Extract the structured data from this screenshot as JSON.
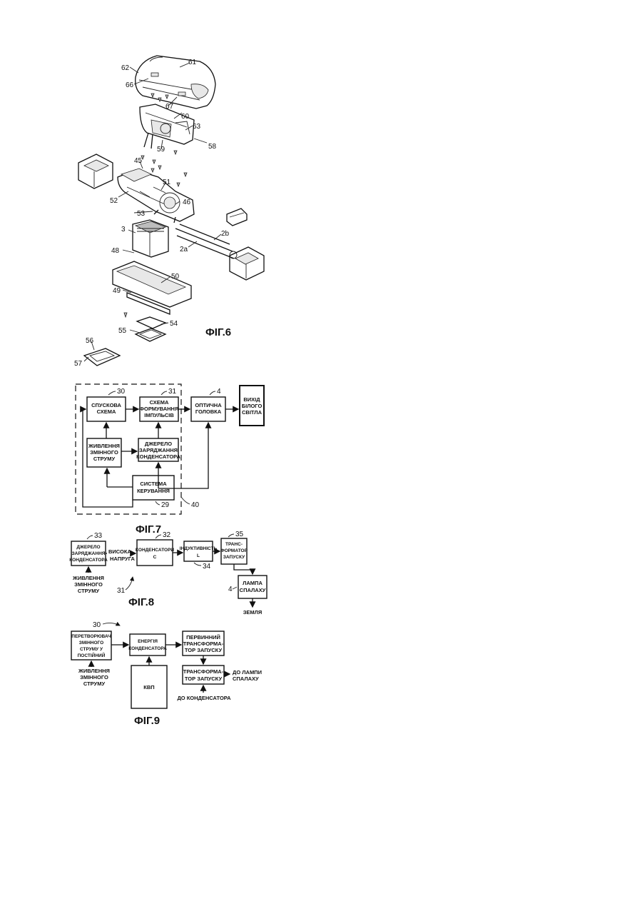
{
  "fig6": {
    "title": "ФІГ.6",
    "labels": [
      "61",
      "62",
      "66",
      "67",
      "60",
      "63",
      "59",
      "58",
      "45",
      "51",
      "52",
      "46",
      "53",
      "3",
      "48",
      "2b",
      "2a",
      "50",
      "49",
      "54",
      "55",
      "56",
      "57"
    ]
  },
  "fig7": {
    "title": "ФІГ.7",
    "trigger": [
      "СПУСКОВА",
      "СХЕМА"
    ],
    "trigger_num": "30",
    "pulse": [
      "СХЕМА",
      "ФОРМУВАННЯ",
      "ІМПУЛЬСІВ"
    ],
    "pulse_num": "31",
    "optical": [
      "ОПТИЧНА",
      "ГОЛОВКА"
    ],
    "optical_num": "4",
    "output": [
      "ВИХІД",
      "БІЛОГО",
      "СВІТЛА"
    ],
    "ac_power": [
      "ЖИВЛЕННЯ",
      "ЗМІННОГО",
      "СТРУМУ"
    ],
    "charger": [
      "ДЖЕРЕЛО",
      "ЗАРЯДЖАННЯ",
      "КОНДЕНСАТОРА"
    ],
    "control": [
      "СИСТЕМА",
      "КЕРУВАННЯ"
    ],
    "control_num": "29",
    "enclosure_num": "40"
  },
  "fig8": {
    "title": "ФІГ.8",
    "charger": [
      "ДЖЕРЕЛО",
      "ЗАРЯДЖАННЯ",
      "КОНДЕНСАТОРА"
    ],
    "charger_num": "33",
    "high_voltage": [
      "ВИСОКА",
      "НАПРУГА"
    ],
    "capacitors": [
      "КОНДЕНСАТОРИ",
      "C"
    ],
    "capacitors_num": "32",
    "inductance": [
      "ІНДУКТИВНІСТЬ",
      "L"
    ],
    "inductance_num": "34",
    "trigger_transformer": [
      "ТРАНС-",
      "ФОРМАТОР",
      "ЗАПУСКУ"
    ],
    "trigger_transformer_num": "35",
    "lamp": [
      "ЛАМПА",
      "СПАЛАХУ"
    ],
    "lamp_num": "4",
    "ac_power": [
      "ЖИВЛЕННЯ",
      "ЗМІННОГО",
      "СТРУМУ"
    ],
    "ground": "ЗЕМЛЯ",
    "assembly_num": "31"
  },
  "fig9": {
    "title": "ФІГ.9",
    "assembly_num": "30",
    "converter": [
      "ПЕРЕТВОРЮВАЧ",
      "ЗМІННОГО",
      "СТРУМУ У",
      "ПОСТІЙНИЙ"
    ],
    "cap_energy": [
      "ЕНЕРГІЯ",
      "КОНДЕНСАТОРА"
    ],
    "primary": [
      "ПЕРВИННИЙ",
      "ТРАНСФОРМА-",
      "ТОР ЗАПУСКУ"
    ],
    "secondary": [
      "ТРАНСФОРМА-",
      "ТОР ЗАПУСКУ"
    ],
    "kvp": "КВП",
    "ac_power": [
      "ЖИВЛЕННЯ",
      "ЗМІННОГО",
      "СТРУМУ"
    ],
    "to_lamp": [
      "ДО ЛАМПИ",
      "СПАЛАХУ"
    ],
    "to_capacitor": "ДО КОНДЕНСАТОРА"
  }
}
